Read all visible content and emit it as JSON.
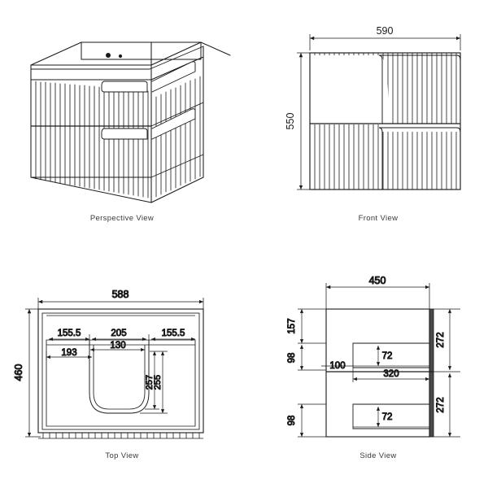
{
  "drawing": {
    "type": "engineering-orthographic-drawing",
    "subject": "Wall-hung fluted vanity cabinet with two drawers",
    "units": "mm",
    "background_color": "#ffffff",
    "line_color": "#1a1a1a",
    "caption_color": "#3a3a3a"
  },
  "views": {
    "perspective": {
      "caption": "Perspective View",
      "features": [
        "fluted drawer fronts",
        "two drawers",
        "recessed handles",
        "two tap holes on top deck"
      ]
    },
    "front": {
      "caption": "Front View",
      "width_label": "590",
      "height_label": "550",
      "flute_count": 30,
      "drawers": 2
    },
    "top": {
      "caption": "Top View",
      "width_label": "588",
      "depth_label": "460",
      "left_segment_label": "155.5",
      "center_segment_label": "205",
      "right_segment_label": "155.5",
      "basin_width_label": "130",
      "inner_offset_label": "193",
      "basin_depth_outer_label": "257",
      "basin_depth_inner_label": "255"
    },
    "side": {
      "caption": "Side View",
      "depth_label": "450",
      "top_gap_label": "157",
      "upper_drawer_label": "98",
      "lower_drawer_label": "98",
      "drawer_offset_label": "100",
      "drawer_inner_height_upper_label": "72",
      "drawer_inner_height_lower_label": "72",
      "drawer_depth_label": "320",
      "upper_section_label": "272",
      "lower_section_label": "272"
    }
  }
}
